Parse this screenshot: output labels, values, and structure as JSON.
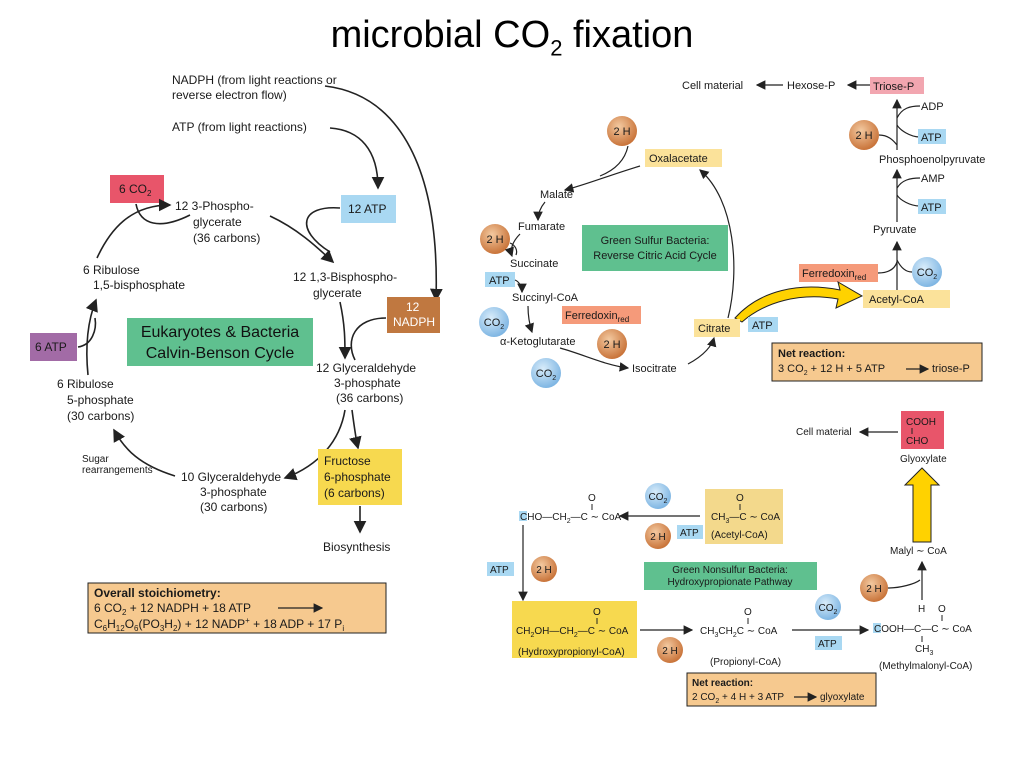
{
  "title": {
    "main": "microbial CO",
    "sub": "2",
    "rest": " fixation"
  },
  "calvin": {
    "nadph_source_1": "NADPH (from light reactions or",
    "nadph_source_2": "reverse electron flow)",
    "atp_source": "ATP (from light reactions)",
    "co2": "6 CO",
    "co2_sub": "2",
    "pg_1": "12 3-Phospho-",
    "pg_2": "glycerate",
    "pg_3": "(36 carbons)",
    "atp12": "12 ATP",
    "bpg_1": "12 1,3-Bisphospho-",
    "bpg_2": "glycerate",
    "nadph_1": "12",
    "nadph_2": "NADPH",
    "rubp_1": "6 Ribulose",
    "rubp_2": "1,5-bisphosphate",
    "title_1": "Eukaryotes & Bacteria",
    "title_2": "Calvin-Benson Cycle",
    "atp6": "6 ATP",
    "g3p_1": "12 Glyceraldehyde",
    "g3p_2": "3-phosphate",
    "g3p_3": "(36 carbons)",
    "ru5p_1": "6 Ribulose",
    "ru5p_2": "5-phosphate",
    "ru5p_3": "(30 carbons)",
    "sugar_1": "Sugar",
    "sugar_2": "rearrangements",
    "g3p10_1": "10 Glyceraldehyde",
    "g3p10_2": "3-phosphate",
    "g3p10_3": "(30 carbons)",
    "f6p_1": "Fructose",
    "f6p_2": "6-phosphate",
    "f6p_3": "(6 carbons)",
    "biosynthesis": "Biosynthesis",
    "stoich_title": "Overall stoichiometry:",
    "stoich_1": "6 CO",
    "stoich_1b": "2",
    "stoich_1c": " + 12 NADPH + 18 ATP",
    "stoich_2": "C",
    "stoich_2a": "6",
    "stoich_2b": "H",
    "stoich_2c": "12",
    "stoich_2d": "O",
    "stoich_2e": "6",
    "stoich_2f": "(PO",
    "stoich_2g": "3",
    "stoich_2h": "H",
    "stoich_2i": "2",
    "stoich_2j": ") + 12 NADP",
    "stoich_2k": "+",
    "stoich_2l": " + 18 ADP + 17 P",
    "stoich_2m": "i"
  },
  "rtca": {
    "cell_material": "Cell material",
    "hexose": "Hexose-P",
    "triose": "Triose-P",
    "adp": "ADP",
    "atp": "ATP",
    "amp": "AMP",
    "two_h": "2 H",
    "pep": "Phosphoenolpyruvate",
    "pyruvate": "Pyruvate",
    "ferredoxin": "Ferredoxin",
    "red": "red",
    "co2": "CO",
    "co2_sub": "2",
    "acetyl_coa": "Acetyl-CoA",
    "oxalacetate": "Oxalacetate",
    "malate": "Malate",
    "fumarate": "Fumarate",
    "succinate": "Succinate",
    "succinyl_coa": "Succinyl-CoA",
    "ketoglutarate": "α-Ketoglutarate",
    "isocitrate": "Isocitrate",
    "citrate": "Citrate",
    "title_1": "Green Sulfur Bacteria:",
    "title_2": "Reverse Citric Acid Cycle",
    "net_title": "Net reaction:",
    "net_1": "3 CO",
    "net_1b": "2",
    "net_1c": " + 12 H + 5 ATP",
    "net_1d": "triose-P"
  },
  "hpp": {
    "cell_material": "Cell material",
    "cooh": "COOH",
    "cho": "CHO",
    "glyoxylate": "Glyoxylate",
    "malyl": "Malyl",
    "coa": "CoA",
    "co2": "CO",
    "co2_sub": "2",
    "two_h": "2 H",
    "atp": "ATP",
    "o": "O",
    "semiald": "CHO",
    "semiald_2": "—CH",
    "semiald_2s": "2",
    "semiald_3": "—C",
    "semiald_4": "CoA",
    "acetyl_1": "CH",
    "acetyl_1s": "3",
    "acetyl_2": "—C",
    "acetyl_3": "CoA",
    "acetyl_name": "(Acetyl-CoA)",
    "title_1": "Green Nonsulfur Bacteria:",
    "title_2": "Hydroxypropionate Pathway",
    "hp_1": "CH",
    "hp_1s": "2",
    "hp_2": "OH—CH",
    "hp_2s": "2",
    "hp_3": "—C",
    "hp_4": "CoA",
    "hp_name": "(Hydroxypropionyl-CoA)",
    "pr_1": "CH",
    "pr_1s": "3",
    "pr_2": "CH",
    "pr_2s": "2",
    "pr_3": "C",
    "pr_4": "CoA",
    "pr_name": "(Propionyl-CoA)",
    "mm_1": "COOH—C—C",
    "mm_2": "CoA",
    "mm_h": "H",
    "mm_ch3": "CH",
    "mm_ch3s": "3",
    "mm_name": "(Methylmalonyl-CoA)",
    "net_title": "Net reaction:",
    "net_1": "2 CO",
    "net_1b": "2",
    "net_1c": " + 4 H + 3 ATP",
    "net_1d": "glyoxylate"
  }
}
